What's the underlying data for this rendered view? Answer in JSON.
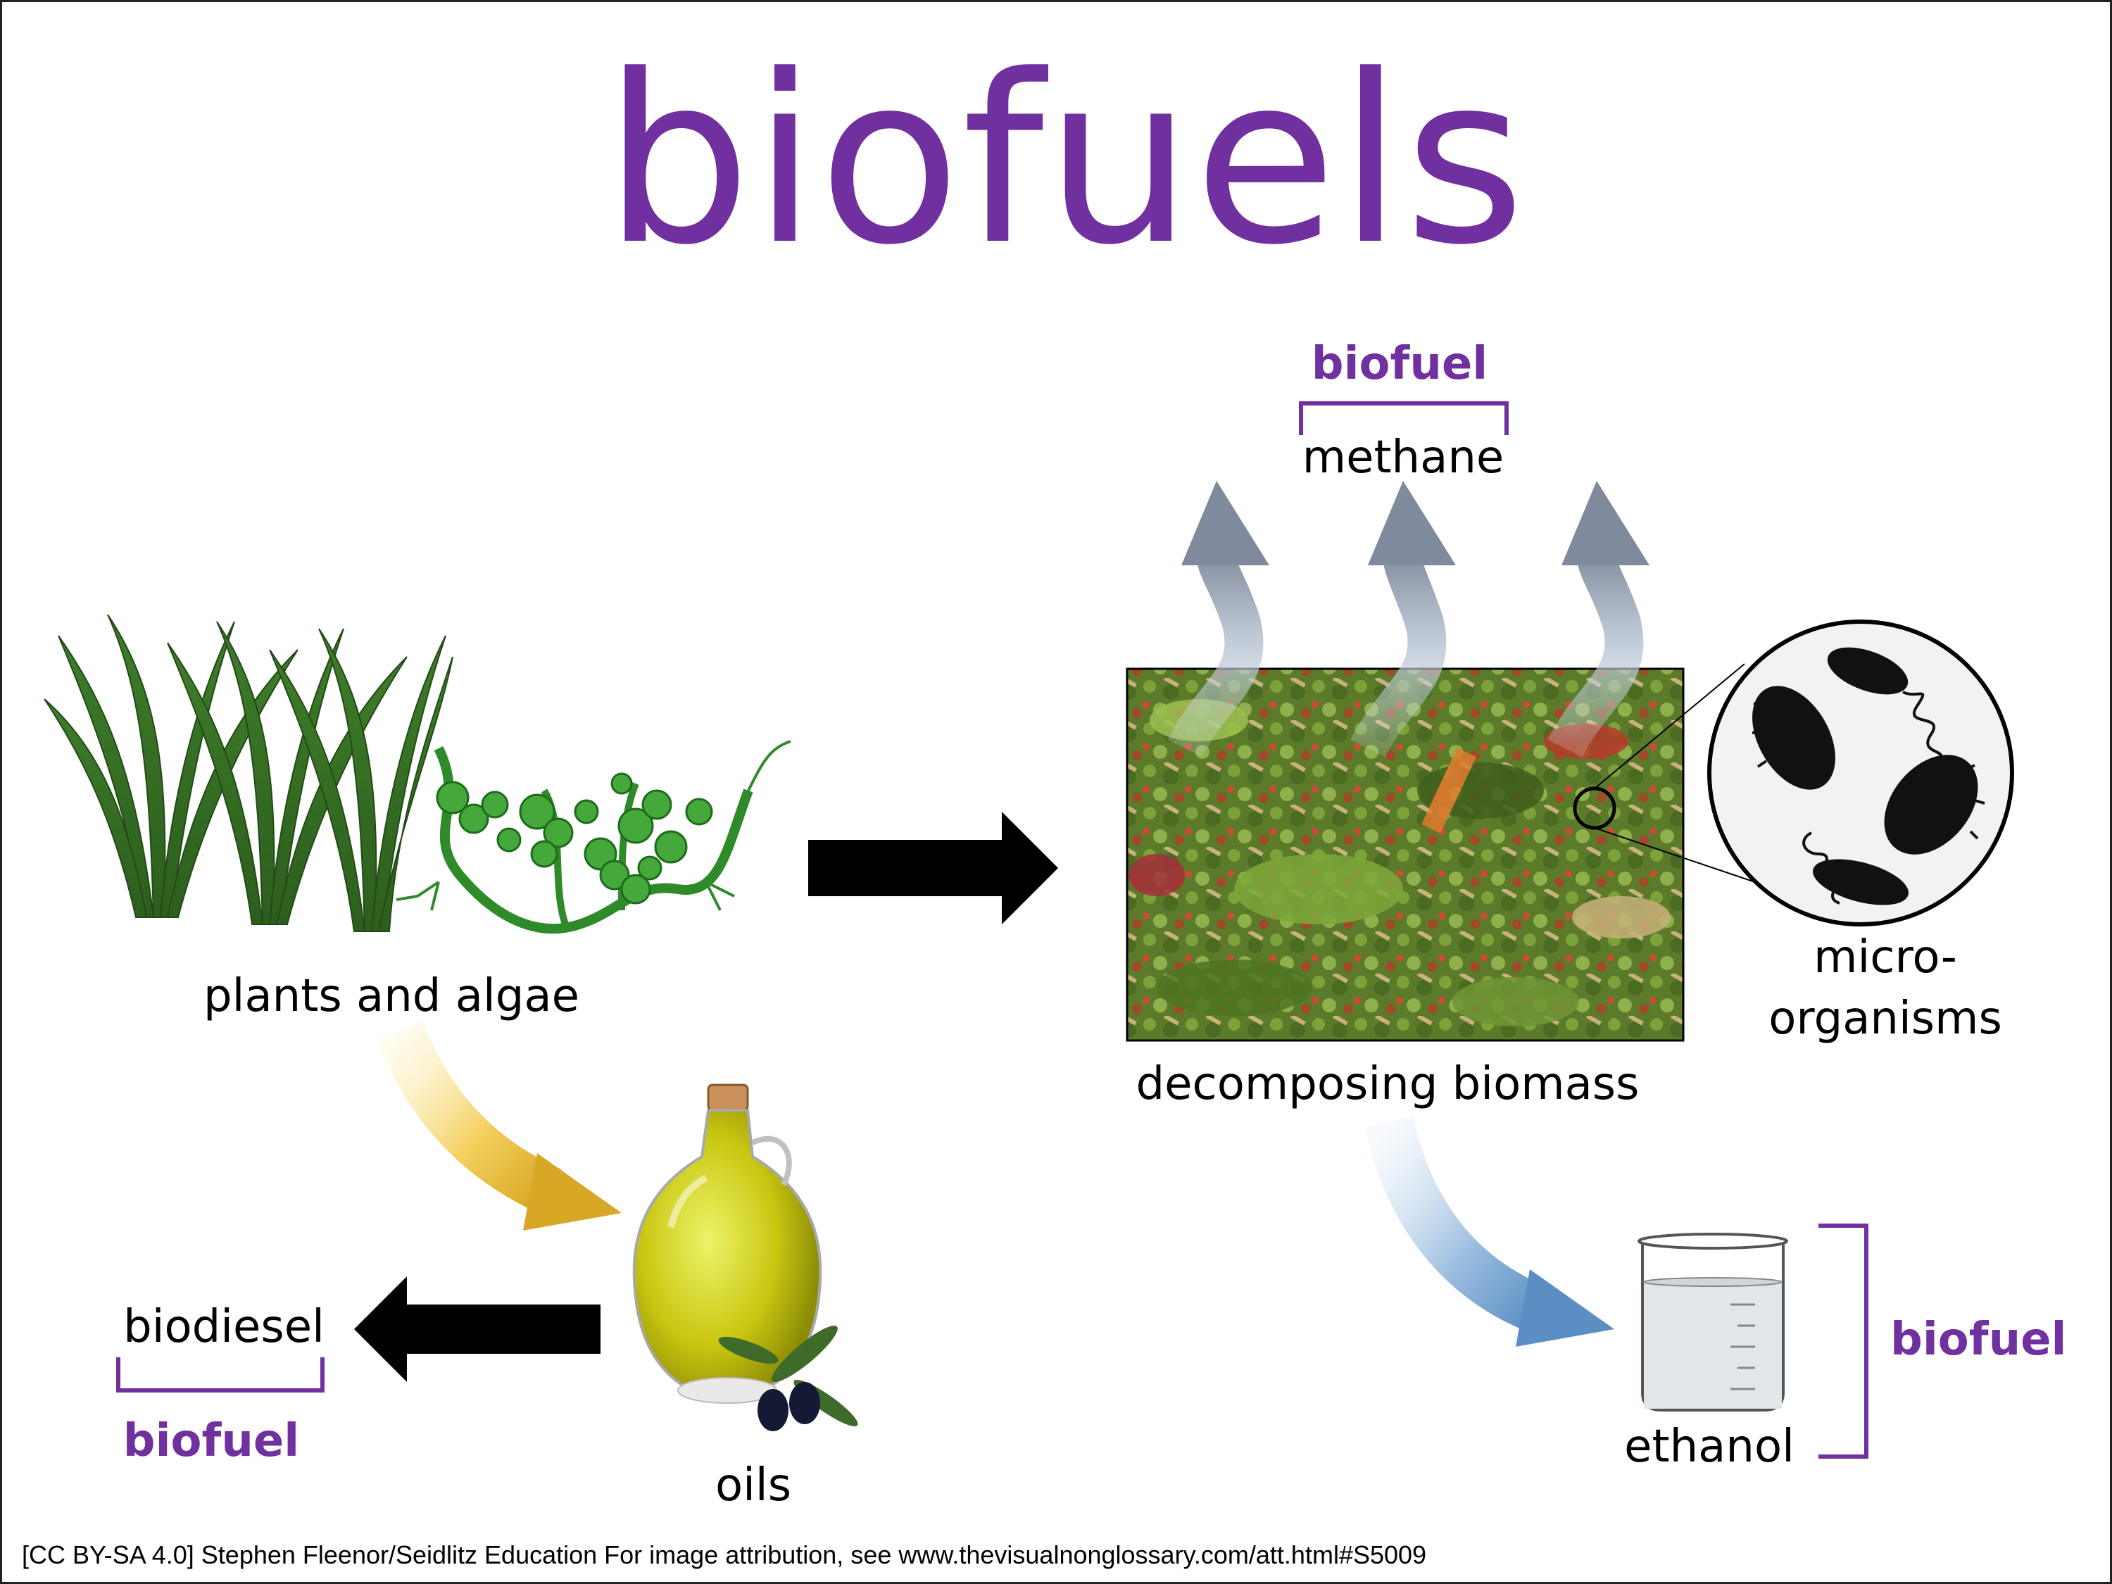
{
  "title": "biofuels",
  "labels": {
    "plants_and_algae": "plants and algae",
    "decomposing_biomass": "decomposing biomass",
    "micro_line1": "micro-",
    "micro_line2": "organisms",
    "methane": "methane",
    "oils": "oils",
    "biodiesel": "biodiesel",
    "ethanol": "ethanol"
  },
  "biofuel_tags": {
    "methane_tag": "biofuel",
    "biodiesel_tag": "biofuel",
    "ethanol_tag": "biofuel"
  },
  "attribution": "[CC BY-SA 4.0] Stephen Fleenor/Seidlitz Education For image attribution, see www.thevisualnonglossary.com/att.html#S5009",
  "colors": {
    "accent_purple": "#7030a0",
    "arrow_black": "#000000",
    "methane_arrow": "#8e9aab",
    "oil_arrow": "#e0b22a",
    "ethanol_arrow": "#5b8fc4"
  }
}
